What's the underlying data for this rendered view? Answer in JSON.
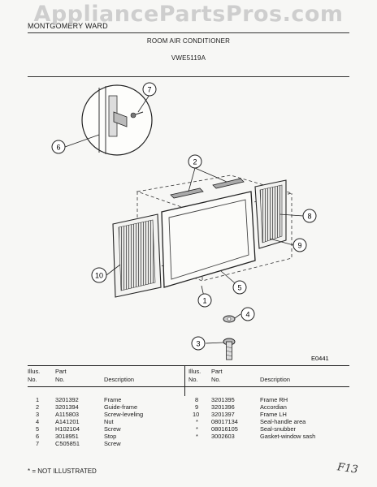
{
  "watermark": "AppliancePartsPros.com",
  "header": {
    "model_line": "MONTGOMERY WARD",
    "product": "ROOM AIR CONDITIONER",
    "model": "VWE5119A"
  },
  "diagram": {
    "code": "E0441",
    "callouts": [
      "1",
      "2",
      "3",
      "4",
      "5",
      "6",
      "7",
      "8",
      "9",
      "10"
    ]
  },
  "table": {
    "headers": {
      "illus_a": "Illus.",
      "no_a": "No.",
      "part": "Part",
      "part_no": "No.",
      "description": "Description"
    },
    "left": [
      {
        "illus": "1",
        "part": "3201392",
        "desc": "Frame"
      },
      {
        "illus": "2",
        "part": "3201394",
        "desc": "Guide-frame"
      },
      {
        "illus": "3",
        "part": "A115803",
        "desc": "Screw-leveling"
      },
      {
        "illus": "4",
        "part": "A141201",
        "desc": "Nut"
      },
      {
        "illus": "5",
        "part": "H102104",
        "desc": "Screw"
      },
      {
        "illus": "6",
        "part": "3018951",
        "desc": "Stop"
      },
      {
        "illus": "7",
        "part": "C505851",
        "desc": "Screw"
      }
    ],
    "right": [
      {
        "illus": "8",
        "part": "3201395",
        "desc": "Frame RH"
      },
      {
        "illus": "9",
        "part": "3201396",
        "desc": "Accordian"
      },
      {
        "illus": "10",
        "part": "3201397",
        "desc": "Frame LH"
      },
      {
        "illus": "*",
        "part": "08017134",
        "desc": "Seal-handle area"
      },
      {
        "illus": "*",
        "part": "08016105",
        "desc": "Seal-snubber"
      },
      {
        "illus": "*",
        "part": "3002603",
        "desc": "Gasket-window sash"
      }
    ]
  },
  "footnote": "* = NOT ILLUSTRATED",
  "handwritten": "F13"
}
